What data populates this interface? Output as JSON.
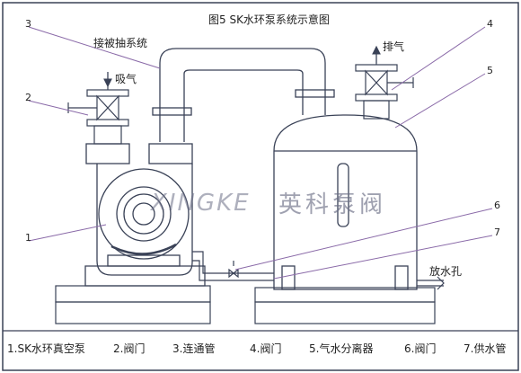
{
  "title": "图5   SK水环泵系统示意图",
  "labels": {
    "intake_system": "接被抽系统",
    "suction": "吸气",
    "exhaust": "排气",
    "drain_hole": "放水孔"
  },
  "callouts": [
    "1",
    "2",
    "3",
    "4",
    "5",
    "6",
    "7"
  ],
  "watermark": {
    "latin": "XINGKE",
    "chinese": "英科泵阀"
  },
  "legend": [
    "1.SK水环真空泵",
    "2.阀门",
    "3.连通管",
    "4.阀门",
    "5.气水分离器",
    "6.阀门",
    "7.供水管"
  ],
  "colors": {
    "line": "#3a4257",
    "paper": "#ffffff",
    "watermark": "#6b6f86",
    "leader": "#8a6aa8"
  }
}
